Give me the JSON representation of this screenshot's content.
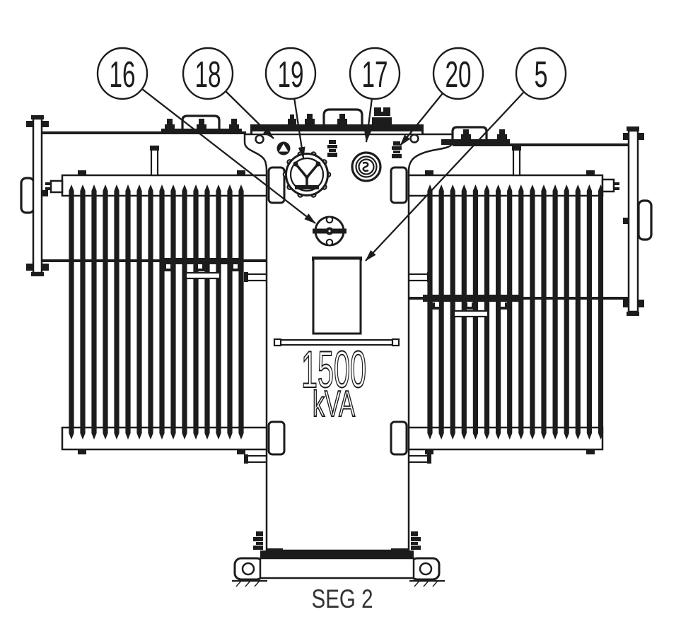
{
  "diagram": {
    "callouts": [
      {
        "label": "16"
      },
      {
        "label": "18"
      },
      {
        "label": "19"
      },
      {
        "label": "17"
      },
      {
        "label": "20"
      },
      {
        "label": "5"
      }
    ],
    "tank_label": {
      "line1": "1500",
      "line2": "kVA"
    },
    "caption": "SEG 2",
    "colors": {
      "ink": "#1c1c1c",
      "paper": "#ffffff"
    }
  }
}
